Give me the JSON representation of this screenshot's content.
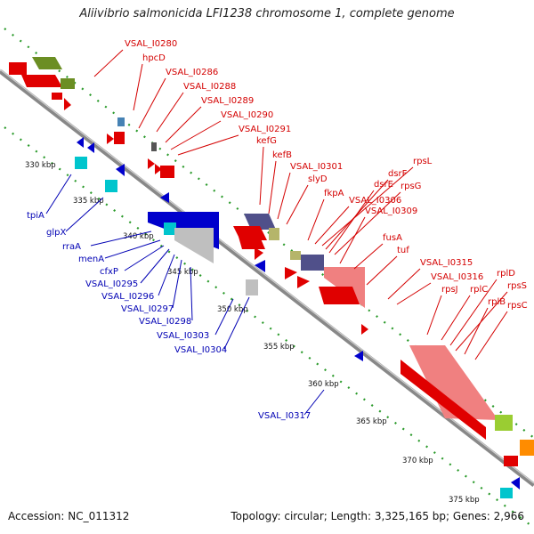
{
  "title": "Aliivibrio salmonicida LFI1238 chromosome 1, complete genome",
  "accession": "Accession: NC_011312",
  "topology": "Topology: circular; Length: 3,325,165 bp; Genes: 2,966",
  "colors": {
    "forward_label": "#d40000",
    "reverse_label": "#0000b4",
    "backbone": "#888888",
    "ticks": "#2a9a2a"
  },
  "scale_ticks": [
    {
      "label": "330 kbp"
    },
    {
      "label": "335 kbp"
    },
    {
      "label": "340 kbp"
    },
    {
      "label": "345 kbp"
    },
    {
      "label": "350 kbp"
    },
    {
      "label": "355 kbp"
    },
    {
      "label": "360 kbp"
    },
    {
      "label": "365 kbp"
    },
    {
      "label": "370 kbp"
    },
    {
      "label": "375 kbp"
    }
  ],
  "forward_genes": [
    "VSAL_I0280",
    "hpcD",
    "VSAL_I0286",
    "VSAL_I0288",
    "VSAL_I0289",
    "VSAL_I0290",
    "VSAL_I0291",
    "kefG",
    "kefB",
    "VSAL_I0301",
    "slyD",
    "fkpA",
    "rpsL",
    "dsrF",
    "dsrE",
    "rpsG",
    "VSAL_I0306",
    "VSAL_I0309",
    "fusA",
    "tuf",
    "VSAL_I0315",
    "VSAL_I0316",
    "rpsJ",
    "rplC",
    "rplD",
    "rpsS",
    "rplB",
    "rpsC"
  ],
  "reverse_genes": [
    "tpiA",
    "glpX",
    "rraA",
    "menA",
    "cfxP",
    "VSAL_I0295",
    "VSAL_I0296",
    "VSAL_I0297",
    "VSAL_I0298",
    "VSAL_I0303",
    "VSAL_I0304",
    "VSAL_I0317"
  ]
}
